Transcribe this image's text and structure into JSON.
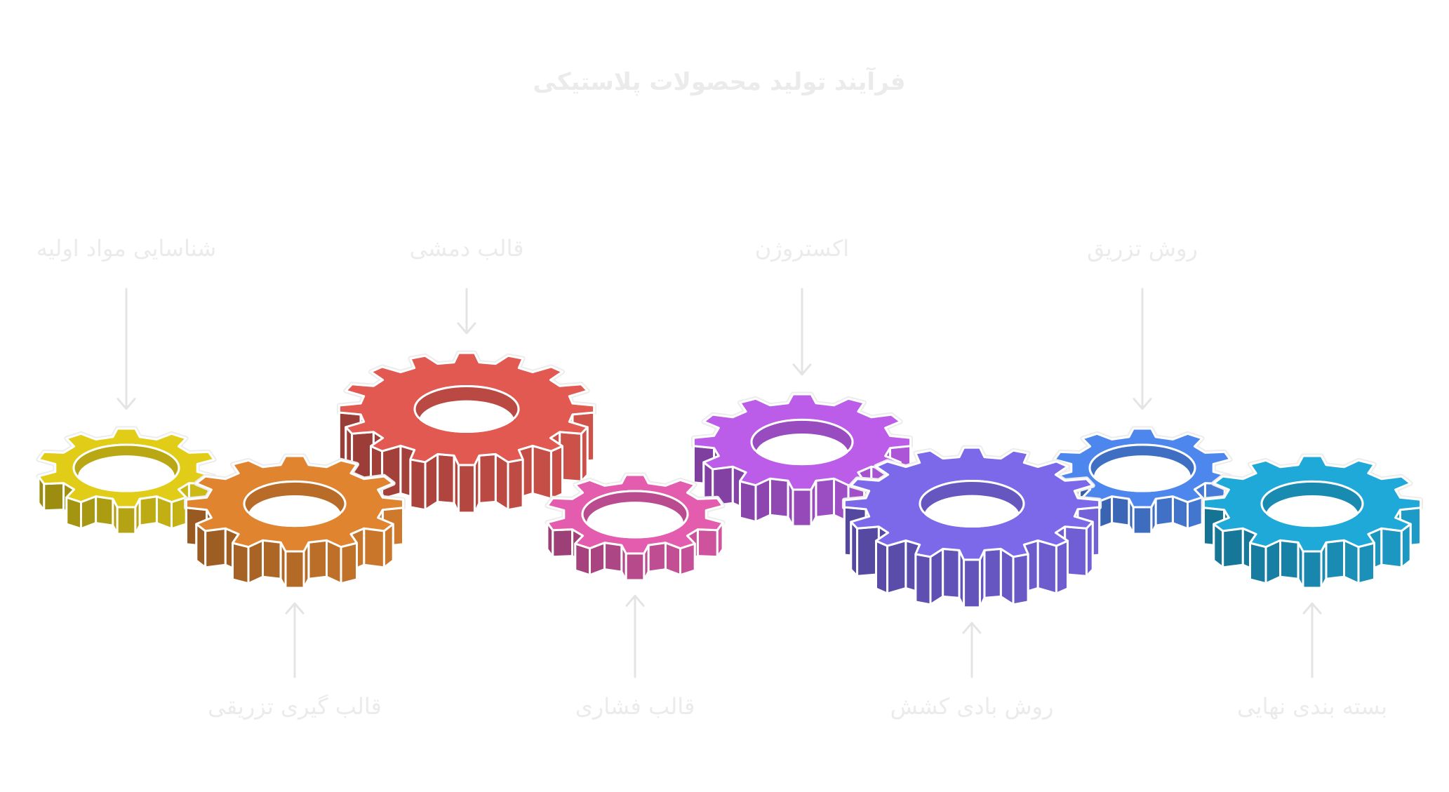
{
  "diagram": {
    "title": "فرآیند تولید محصولات پلاستیکی",
    "steps": [
      {
        "label": "شناسایی مواد اولیه",
        "color": "#e1cc17",
        "teeth": 10,
        "size": "small",
        "label_side": "top"
      },
      {
        "label": "قالب گیری تزریقی",
        "color": "#e08430",
        "teeth": 12,
        "size": "medium",
        "label_side": "bottom"
      },
      {
        "label": "قالب دمشی",
        "color": "#e15950",
        "teeth": 16,
        "size": "large",
        "label_side": "top"
      },
      {
        "label": "قالب فشاری",
        "color": "#e35cad",
        "teeth": 10,
        "size": "small",
        "label_side": "bottom"
      },
      {
        "label": "اکستروژن",
        "color": "#bb5de9",
        "teeth": 12,
        "size": "medium",
        "label_side": "top"
      },
      {
        "label": "روش بادی کشش",
        "color": "#7c69ea",
        "teeth": 16,
        "size": "large",
        "label_side": "bottom"
      },
      {
        "label": "روش تزریق",
        "color": "#4d87ee",
        "teeth": 10,
        "size": "small",
        "label_side": "top"
      },
      {
        "label": "بسته بندی نهایی",
        "color": "#1fa9d8",
        "teeth": 12,
        "size": "medium",
        "label_side": "bottom"
      }
    ]
  }
}
